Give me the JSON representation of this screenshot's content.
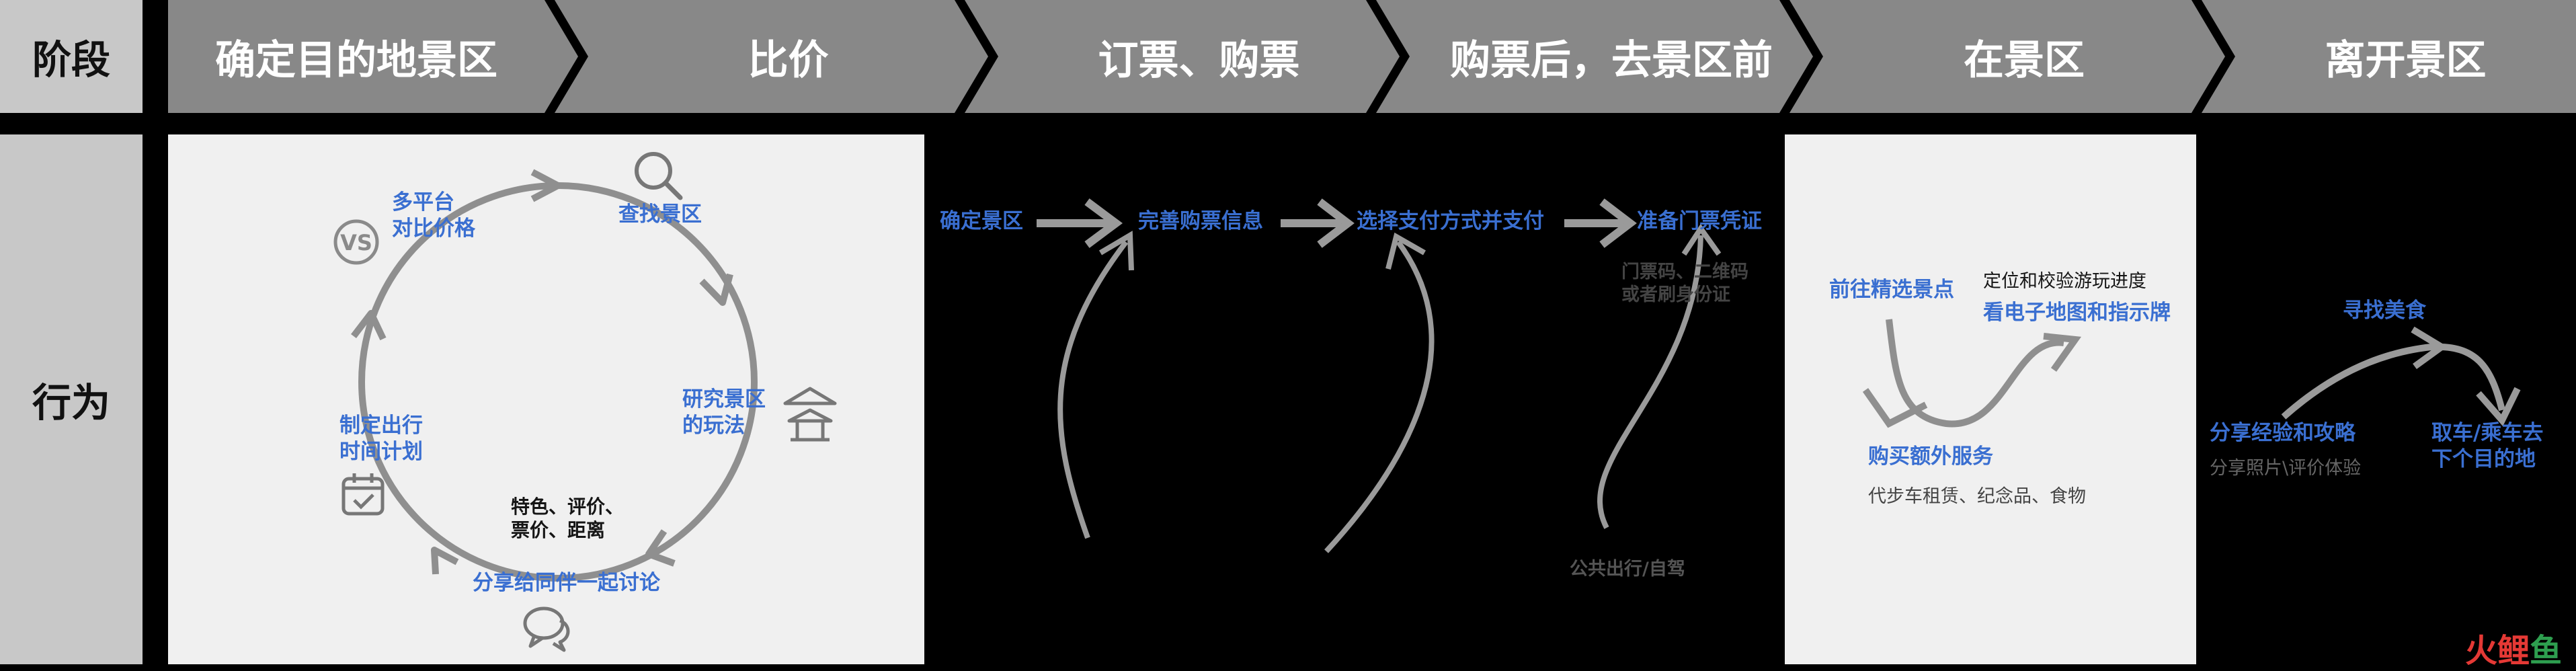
{
  "row_labels": {
    "stage": "阶段",
    "behavior": "行为"
  },
  "stages": [
    {
      "title": "确定目的地景区"
    },
    {
      "title": "比价"
    },
    {
      "title": "订票、购票"
    },
    {
      "title": "购票后，去景区前"
    },
    {
      "title": "在景区"
    },
    {
      "title": "离开景区"
    }
  ],
  "cycle": {
    "compare": "多平台\n对比价格",
    "find": "查找景区",
    "research": "研究景区\n的玩法",
    "features": "特色、评价、\n票价、距离",
    "share": "分享给同伴一起讨论",
    "plan": "制定出行\n时间计划",
    "vs_label": "VS"
  },
  "ticket_flow": {
    "step1": "确定景区",
    "step2": "完善购票信息",
    "step3": "选择支付方式并支付",
    "step4": "准备门票凭证",
    "voucher_note": "门票码、二维码\n或者刷身份证",
    "transport": "公共出行/自驾"
  },
  "in_scenic": {
    "goto": "前往精选景点",
    "locate": "定位和校验游玩进度",
    "map": "看电子地图和指示牌",
    "extra": "购买额外服务",
    "extra_detail": "代步车租赁、纪念品、食物"
  },
  "leave": {
    "food": "寻找美食",
    "share": "分享经验和攻略",
    "share_detail": "分享照片\\评价体验",
    "next": "取车/乘车去\n下个目的地"
  },
  "watermark": {
    "part1": "火",
    "part2": "鲤",
    "part3": "鱼"
  },
  "colors": {
    "blue": "#3a6fd1",
    "stage_gray": "#888888",
    "panel_light": "#f0f0f0",
    "label_gray": "#c8c8c8"
  }
}
